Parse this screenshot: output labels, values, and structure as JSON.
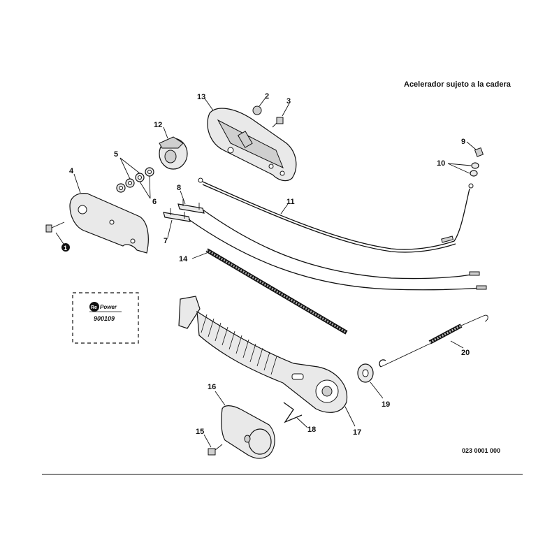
{
  "header": {
    "title": "Acelerador sujeto a la cadera"
  },
  "callouts": [
    "1",
    "2",
    "3",
    "4",
    "5",
    "6",
    "7",
    "8",
    "9",
    "10",
    "11",
    "12",
    "13",
    "14",
    "15",
    "16",
    "17",
    "18",
    "19",
    "20"
  ],
  "repower": {
    "brand_re": "Re",
    "brand_power": "Power",
    "code": "900109"
  },
  "drawing_number": "023 0001 000"
}
